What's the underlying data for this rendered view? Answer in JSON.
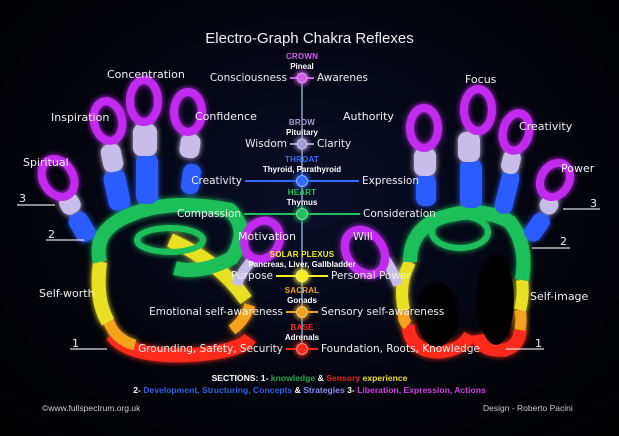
{
  "title": "Electro-Graph Chakra Reflexes",
  "colors": {
    "crown": "#d35bf0",
    "brow": "#a79bd6",
    "throat": "#2f6bff",
    "heart": "#1fbf5a",
    "solar_plexus": "#f4ee22",
    "sacral": "#f5a21c",
    "base": "#ff2a1c",
    "spine": "#a8c8e8",
    "knowledge": "#1fa84a",
    "sensory": "#e5211c",
    "experience": "#e8e020",
    "development": "#2b63e0",
    "strategies": "#8a8ef0",
    "liberation": "#d040e0"
  },
  "chakras": [
    {
      "key": "crown",
      "name": "CROWN",
      "gland": "Pineal",
      "left": "Consciousness",
      "right": "Awarenes"
    },
    {
      "key": "brow",
      "name": "BROW",
      "gland": "Pituitary",
      "left": "Wisdom",
      "right": "Clarity"
    },
    {
      "key": "throat",
      "name": "THROAT",
      "gland": "Thyroid, Parathyroid",
      "left": "Creativity",
      "right": "Expression"
    },
    {
      "key": "heart",
      "name": "HEART",
      "gland": "Thymus",
      "left": "Compassion",
      "right": "Consideration"
    },
    {
      "key": "solar_plexus",
      "name": "SOLAR PLEXUS",
      "gland": "Pancreas, Liver, Gallbladder",
      "left": "Purpose",
      "right": "Personal Power"
    },
    {
      "key": "sacral",
      "name": "SACRAL",
      "gland": "Gonads",
      "left": "Emotional self-awareness",
      "right": "Sensory self-awareness"
    },
    {
      "key": "base",
      "name": "BASE",
      "gland": "Adrenals",
      "left": "Grounding, Safety, Security",
      "right": "Foundation, Roots, Knowledge"
    }
  ],
  "left_hand": {
    "fingers": [
      "Spiritual",
      "Inspiration",
      "Concentration",
      "Confidence"
    ],
    "thumb": "Motivation",
    "palm": "Self-worth"
  },
  "right_hand": {
    "fingers": [
      "Authority",
      "Focus",
      "Creativity",
      "Power"
    ],
    "thumb": "Will",
    "palm": "Self-image"
  },
  "section_markers": [
    "1",
    "2",
    "3"
  ],
  "sections": {
    "line1": {
      "prefix": "SECTIONS: 1- ",
      "knowledge": "knowledge",
      "amp": " & ",
      "sensory": "Sensory",
      "experience": " experience"
    },
    "line2": {
      "n2": "2- ",
      "development": "Development, Structuring, Concepts",
      "amp": " & ",
      "strategies": "Strategies",
      "n3": " 3- ",
      "liberation": "Liberation, Expression, Actions"
    }
  },
  "footer": {
    "copyright": "©www.fullspectrum.org.uk",
    "credit": "Design - Roberto Pacini"
  }
}
